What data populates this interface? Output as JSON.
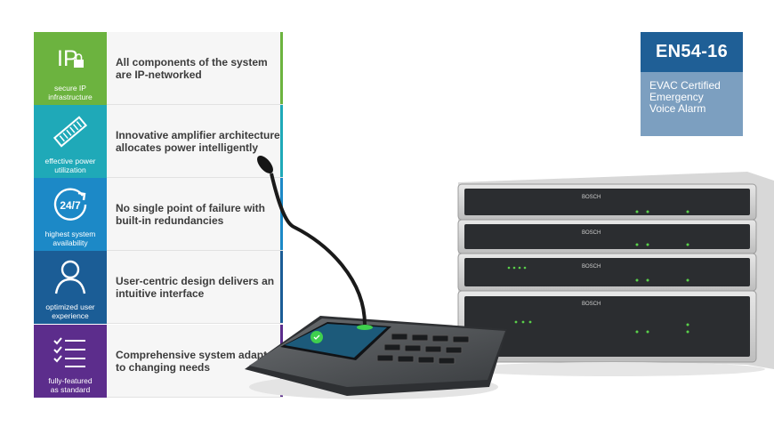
{
  "features": [
    {
      "tile_label": "secure IP\ninfrastructure",
      "icon": "ip-lock-icon",
      "color": "#6cb33f",
      "text": "All components of the system are IP-networked"
    },
    {
      "tile_label": "effective power\nutilization",
      "icon": "memory-module-icon",
      "color": "#1fa9b8",
      "text": "Innovative amplifier architecture allocates power intelligently"
    },
    {
      "tile_label": "highest system\navailability",
      "icon": "clock-247-icon",
      "color": "#1c89c7",
      "text": "No single point of failure with built-in redundancies"
    },
    {
      "tile_label": "optimized user\nexperience",
      "icon": "user-icon",
      "color": "#1b5d96",
      "text": "User-centric design delivers an intuitive interface"
    },
    {
      "tile_label": "fully-featured\nas standard",
      "icon": "checklist-icon",
      "color": "#5c2d8c",
      "text": "Comprehensive system adapts to changing needs"
    }
  ],
  "badge": {
    "title": "EN54-16",
    "lines": [
      "EVAC Certified",
      "Emergency",
      "Voice Alarm"
    ]
  },
  "product": {
    "brand": "BOSCH",
    "ip_text": "IP",
    "clock_text": "24/7"
  }
}
